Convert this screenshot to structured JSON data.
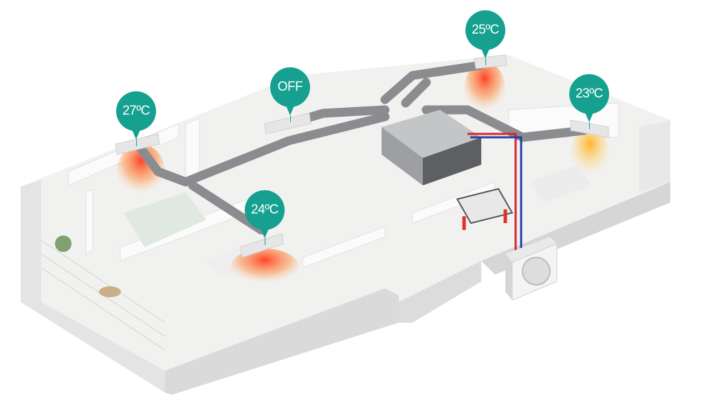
{
  "zones": [
    {
      "id": "bedroom-left",
      "label": "27ºC"
    },
    {
      "id": "hall",
      "label": "OFF"
    },
    {
      "id": "room-top-right",
      "label": "25ºC"
    },
    {
      "id": "bedroom-right",
      "label": "23ºC"
    },
    {
      "id": "living-room",
      "label": "24ºC"
    }
  ],
  "colors": {
    "pin": "#16a08f",
    "duct": "#8a8c8f",
    "heat": "#ff4a2a",
    "pipe_hot": "#d8232a",
    "pipe_cold": "#1f3fa6"
  }
}
